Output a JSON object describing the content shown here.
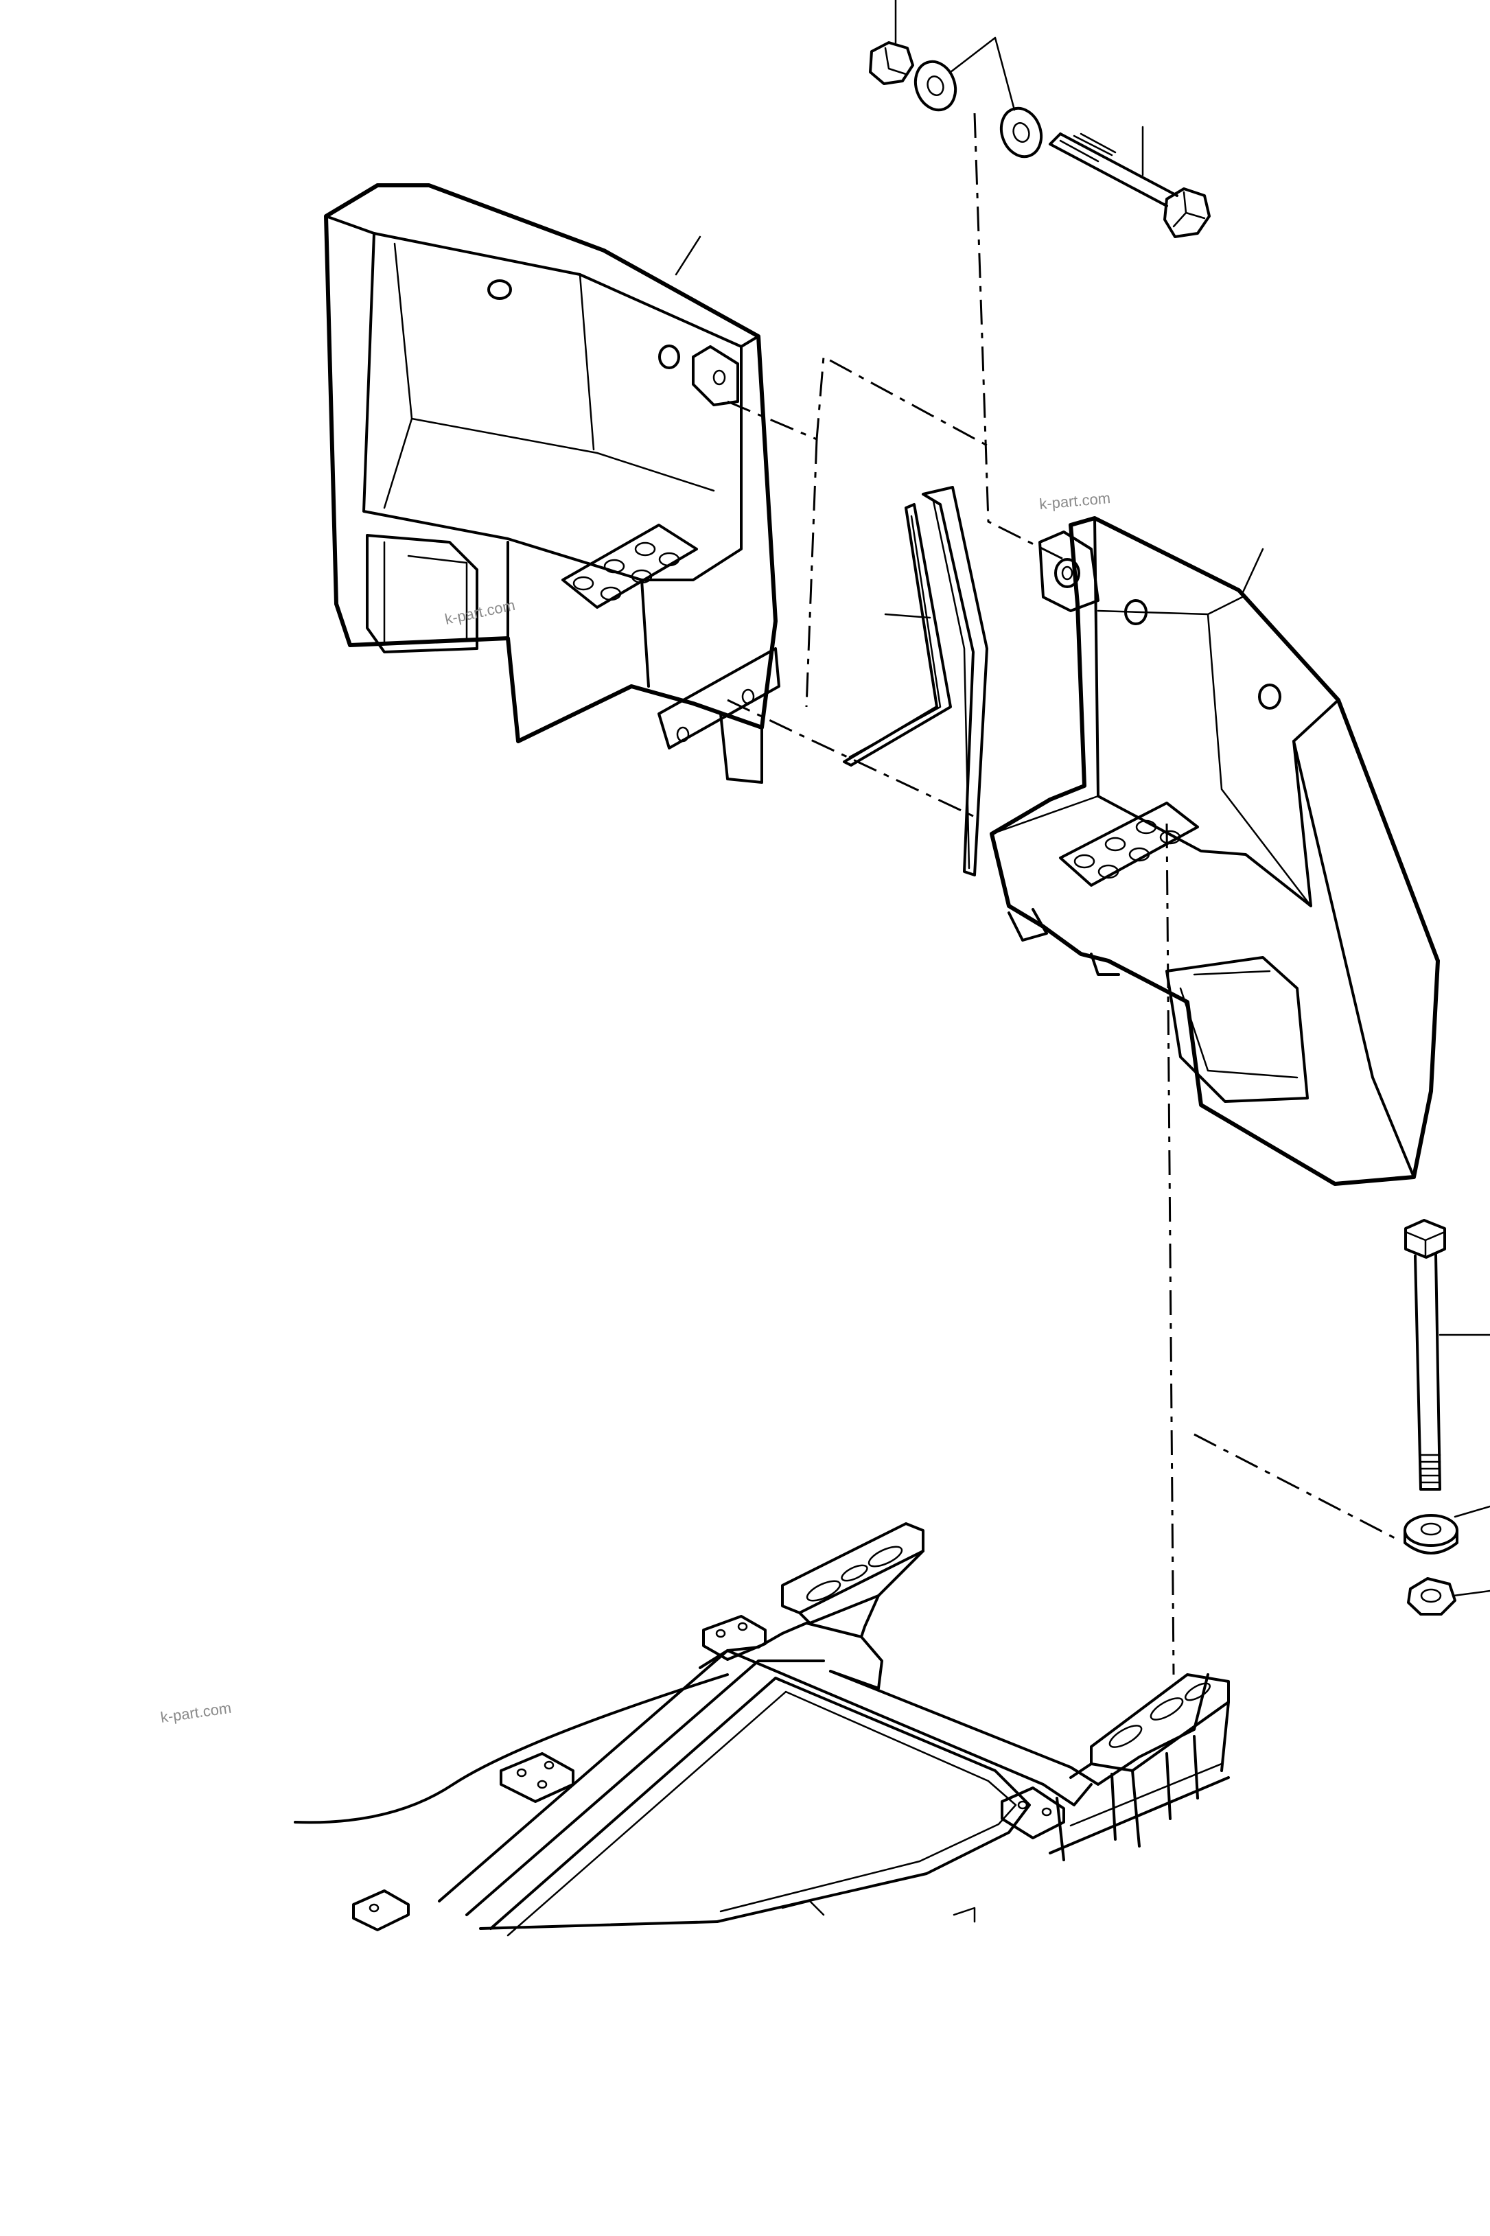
{
  "watermarks": [
    {
      "text": "k-part.com"
    },
    {
      "text": "k-part.com"
    },
    {
      "text": "k-part.com"
    }
  ]
}
